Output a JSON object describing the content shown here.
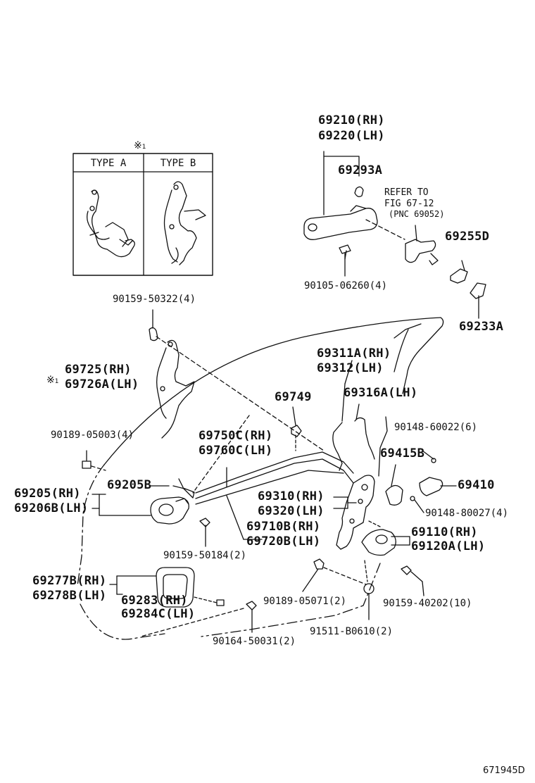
{
  "diagram": {
    "figure_id": "671945D",
    "legend_box": {
      "mark": "※",
      "mark_suffix": "1",
      "type_a": "TYPE A",
      "type_b": "TYPE B"
    },
    "refer_note": {
      "line1": "REFER TO",
      "line2": "FIG 67-12",
      "line3": "(PNC 69052)"
    },
    "parts": {
      "p69210": "69210(RH)",
      "p69220": "69220(LH)",
      "p69293A": "69293A",
      "p90105": "90105-06260(4)",
      "p69255D": "69255D",
      "p69233A": "69233A",
      "p90159_50322": "90159-50322(4)",
      "p69725": "69725(RH)",
      "p69726A": "69726A(LH)",
      "p69311A": "69311A(RH)",
      "p69312": "69312(LH)",
      "p69749": "69749",
      "p69316A": "69316A(LH)",
      "p90148_60022": "90148-60022(6)",
      "p90189_05003": "90189-05003(4)",
      "p69750C": "69750C(RH)",
      "p69760C": "69760C(LH)",
      "p69415B": "69415B",
      "p69410": "69410",
      "p69205": "69205(RH)",
      "p69206B": "69206B(LH)",
      "p69205B": "69205B",
      "p69310": "69310(RH)",
      "p69320": "69320(LH)",
      "p90148_80027": "90148-80027(4)",
      "p69710B": "69710B(RH)",
      "p69720B": "69720B(LH)",
      "p69110": "69110(RH)",
      "p69120A": "69120A(LH)",
      "p90159_50184": "90159-50184(2)",
      "p69277B": "69277B(RH)",
      "p69278B": "69278B(LH)",
      "p69283": "69283(RH)",
      "p69284C": "69284C(LH)",
      "p90189_05071": "90189-05071(2)",
      "p90159_40202": "90159-40202(10)",
      "p91511": "91511-B0610(2)",
      "p90164": "90164-50031(2)"
    }
  }
}
